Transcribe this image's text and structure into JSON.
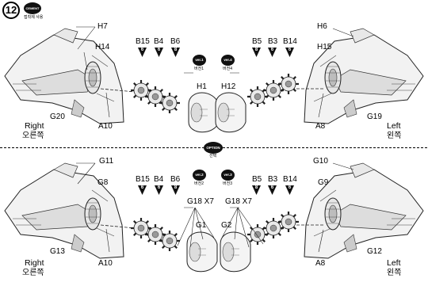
{
  "step": {
    "number": "12",
    "cement_badge": "CEMENT",
    "cement_note": "접착제 사용"
  },
  "option": {
    "badge": "OPTION",
    "label": "선택"
  },
  "top": {
    "left_labels": {
      "h7": "H7",
      "h14": "H14",
      "g20": "G20",
      "a10": "A10"
    },
    "right_labels": {
      "h6": "H6",
      "h15": "H15",
      "g19": "G19",
      "a8": "A8"
    },
    "side_left": {
      "en": "Right",
      "ko": "오른쪽"
    },
    "side_right": {
      "en": "Left",
      "ko": "왼쪽"
    },
    "spinners": {
      "left": "H1",
      "right": "H12"
    },
    "versions": [
      {
        "badge": "ver.1",
        "label": "버전1"
      },
      {
        "badge": "ver.4",
        "label": "버전4"
      }
    ],
    "parts_left": [
      {
        "name": "B15",
        "qty": "6"
      },
      {
        "name": "B4",
        "qty": "6"
      },
      {
        "name": "B6",
        "qty": "8"
      }
    ],
    "parts_right": [
      {
        "name": "B5",
        "qty": "8"
      },
      {
        "name": "B3",
        "qty": "6"
      },
      {
        "name": "B14",
        "qty": "6"
      }
    ]
  },
  "bottom": {
    "left_labels": {
      "g11": "G11",
      "g8": "G8",
      "g13": "G13",
      "a10": "A10"
    },
    "right_labels": {
      "g10": "G10",
      "g9": "G9",
      "g12": "G12",
      "a8": "A8"
    },
    "side_left": {
      "en": "Right",
      "ko": "오른쪽"
    },
    "side_right": {
      "en": "Left",
      "ko": "왼쪽"
    },
    "spinners": {
      "left": "G1",
      "right": "G2"
    },
    "spinner_parts": {
      "left": "G18 X7",
      "right": "G18 X7"
    },
    "versions": [
      {
        "badge": "ver.2",
        "label": "버전2"
      },
      {
        "badge": "ver.3",
        "label": "버전3"
      }
    ],
    "parts_left": [
      {
        "name": "B15",
        "qty": "6"
      },
      {
        "name": "B4",
        "qty": "6"
      },
      {
        "name": "B6",
        "qty": "8"
      }
    ],
    "parts_right": [
      {
        "name": "B5",
        "qty": "8"
      },
      {
        "name": "B3",
        "qty": "6"
      },
      {
        "name": "B14",
        "qty": "6"
      }
    ]
  }
}
